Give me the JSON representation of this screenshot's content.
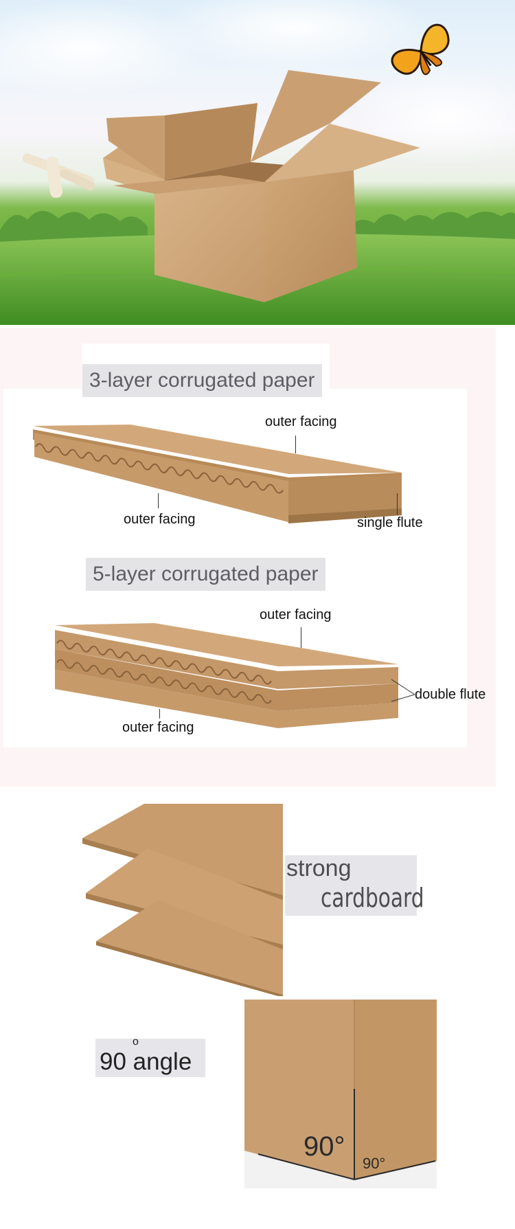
{
  "hero": {
    "icons": [
      "cardboard-box-icon",
      "butterfly-icon",
      "paper-roll-icon"
    ],
    "colors": {
      "sky": "#e7f1fa",
      "grass": "#5ea732",
      "kraft": "#c59a6a"
    }
  },
  "layers": {
    "three_layer": {
      "title": "3-layer corrugated paper",
      "top_label": "outer facing",
      "bottom_label": "outer facing",
      "flute_label": "single flute"
    },
    "five_layer": {
      "title": "5-layer corrugated paper",
      "top_label": "outer facing",
      "bottom_label": "outer facing",
      "flute_label": "double flute"
    }
  },
  "features": {
    "strong": {
      "line1": "strong",
      "line2": "cardboard"
    },
    "angle": {
      "degree_symbol": "o",
      "text": "90 angle"
    },
    "corner_big": "90°",
    "corner_small": "90°"
  }
}
